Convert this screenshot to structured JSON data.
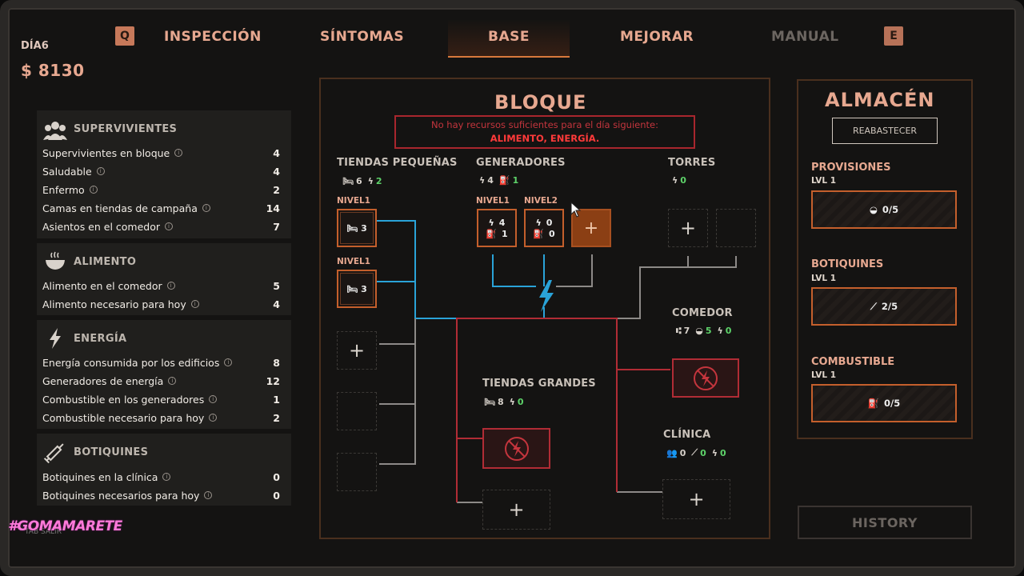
{
  "header": {
    "key_left": "Q",
    "key_right": "E",
    "tabs": [
      "INSPECCIÓN",
      "SÍNTOMAS",
      "BASE",
      "MEJORAR",
      "MANUAL"
    ],
    "active_tab": "BASE",
    "day": "DÍA6",
    "money": "$ 8130"
  },
  "stats": {
    "survivors": {
      "title": "SUPERVIVIENTES",
      "rows": [
        {
          "label": "Supervivientes en bloque",
          "value": "4"
        },
        {
          "label": "Saludable",
          "value": "4"
        },
        {
          "label": "Enfermo",
          "value": "2"
        },
        {
          "label": "Camas en tiendas de campaña",
          "value": "14"
        },
        {
          "label": "Asientos en el comedor",
          "value": "7"
        }
      ]
    },
    "food": {
      "title": "ALIMENTO",
      "rows": [
        {
          "label": "Alimento en el comedor",
          "value": "5"
        },
        {
          "label": "Alimento necesario para hoy",
          "value": "4"
        }
      ]
    },
    "energy": {
      "title": "ENERGÍA",
      "rows": [
        {
          "label": "Energía consumida por los edificios",
          "value": "8"
        },
        {
          "label": "Generadores de energía",
          "value": "12"
        },
        {
          "label": "Combustible en los generadores",
          "value": "1"
        },
        {
          "label": "Combustible necesario para hoy",
          "value": "2"
        }
      ]
    },
    "medkits": {
      "title": "BOTIQUINES",
      "rows": [
        {
          "label": "Botiquines en la clínica",
          "value": "0"
        },
        {
          "label": "Botiquines necesarios para hoy",
          "value": "0"
        }
      ]
    }
  },
  "bloque": {
    "title": "BLOQUE",
    "warning_line1": "No hay recursos suficientes para el día siguiente:",
    "warning_line2": "ALIMENTO, ENERGÍA.",
    "small_tents": {
      "title": "TIENDAS PEQUEÑAS",
      "beds": "6",
      "energy": "2",
      "level_label": "NIVEL1",
      "slot_value": "3"
    },
    "generators": {
      "title": "GENERADORES",
      "energy": "4",
      "fuel": "1",
      "gen1": {
        "level": "NIVEL1",
        "energy": "4",
        "fuel": "1"
      },
      "gen2": {
        "level": "NIVEL2",
        "energy": "0",
        "fuel": "0"
      }
    },
    "towers": {
      "title": "TORRES",
      "energy": "0"
    },
    "dining": {
      "title": "COMEDOR",
      "seats": "7",
      "food": "5",
      "energy": "0"
    },
    "large_tents": {
      "title": "TIENDAS GRANDES",
      "beds": "8",
      "energy": "0"
    },
    "clinic": {
      "title": "CLÍNICA",
      "people": "0",
      "medkits": "0",
      "energy": "0"
    },
    "plus": "+"
  },
  "almacen": {
    "title": "ALMACÉN",
    "restock": "REABASTECER",
    "provisions": {
      "title": "PROVISIONES",
      "level": "LVL 1",
      "value": "0/5"
    },
    "medkits": {
      "title": "BOTIQUINES",
      "level": "LVL 1",
      "value": "2/5"
    },
    "fuel": {
      "title": "COMBUSTIBLE",
      "level": "LVL 1",
      "value": "0/5"
    }
  },
  "history": "HISTORY",
  "watermark": "#GOMAMARETE",
  "tab_key": "TAB SALIR",
  "colors": {
    "accent": "#e7a890",
    "orange": "#c45f2c",
    "blue": "#2aa3d8",
    "red": "#b12c35",
    "green": "#5ed36a"
  }
}
